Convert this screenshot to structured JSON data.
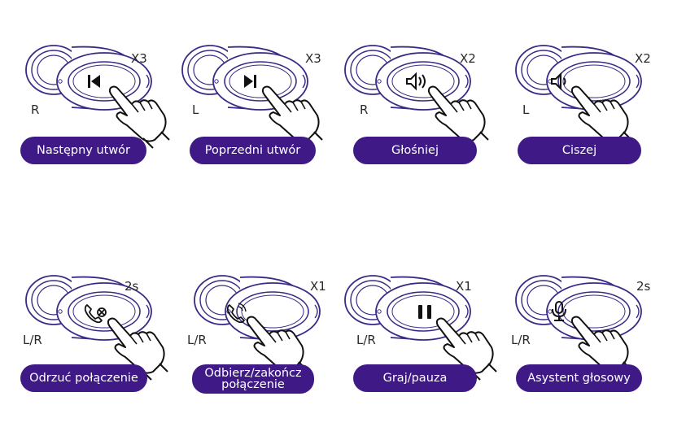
{
  "gestures": [
    {
      "label": "Następny utwór",
      "count": "X3",
      "side": "R",
      "icon": "previous-track-icon"
    },
    {
      "label": "Poprzedni utwór",
      "count": "X3",
      "side": "L",
      "icon": "next-track-icon"
    },
    {
      "label": "Głośniej",
      "count": "X2",
      "side": "R",
      "icon": "volume-up-icon"
    },
    {
      "label": "Ciszej",
      "count": "X2",
      "side": "L",
      "icon": "volume-down-icon"
    },
    {
      "label": "Odrzuć połączenie",
      "count": "2s",
      "side": "L/R",
      "icon": "reject-call-icon"
    },
    {
      "label_line1": "Odbierz/zakończ",
      "label_line2": "połączenie",
      "count": "X1",
      "side": "L/R",
      "icon": "answer-call-icon"
    },
    {
      "label": "Graj/pauza",
      "count": "X1",
      "side": "L/R",
      "icon": "play-pause-icon"
    },
    {
      "label": "Asystent głosowy",
      "count": "2s",
      "side": "L/R",
      "icon": "voice-assistant-icon"
    }
  ],
  "colors": {
    "pill": "#3f1a87",
    "outline": "#3a2a86",
    "icon": "#111111"
  }
}
